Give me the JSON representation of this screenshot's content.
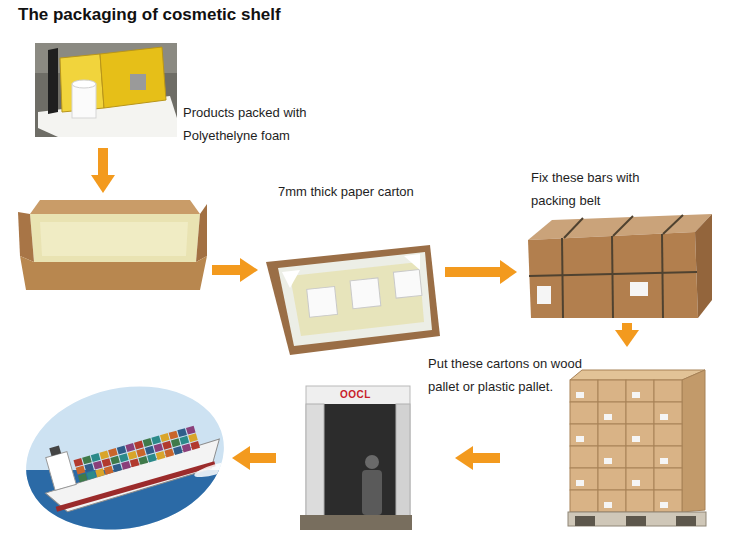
{
  "diagram": {
    "title": "The packaging of cosmetic shelf",
    "nodes": [
      {
        "text": [
          "Products packed with Polyethelyne foam"
        ]
      },
      {
        "text": [
          "7mm thick paper carton"
        ]
      },
      {
        "text": [
          "Fix these bars with packing belt"
        ]
      },
      {
        "text": [
          "Put these cartons on wood pallet or plastic pallet."
        ]
      }
    ],
    "edges": [
      {
        "from": 1,
        "to": 2,
        "arrow": "to"
      },
      {
        "from": 2,
        "to": 3,
        "arrow": "to"
      }
    ],
    "labels": [
      "OOCL"
    ]
  }
}
